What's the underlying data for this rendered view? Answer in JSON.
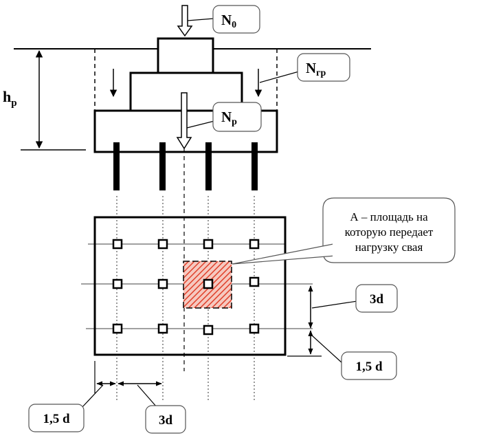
{
  "labels": {
    "n0": {
      "main": "N",
      "sub": "0"
    },
    "ngr": {
      "main": "N",
      "sub": "гр"
    },
    "np": {
      "main": "N",
      "sub": "р"
    },
    "hp": {
      "main": "h",
      "sub": "р"
    },
    "area_line1": "А – площадь на",
    "area_line2": "которую передает",
    "area_line3": "нагрузку свая",
    "spacing_3d_right": "3d",
    "spacing_15d_right": "1,5 d",
    "spacing_15d_bottom": "1,5 d",
    "spacing_3d_bottom": "3d"
  },
  "colors": {
    "stroke": "#000000",
    "hatch": "#e0402a",
    "hatch_bg": "#f6c9c0",
    "callout_border": "#555555"
  }
}
